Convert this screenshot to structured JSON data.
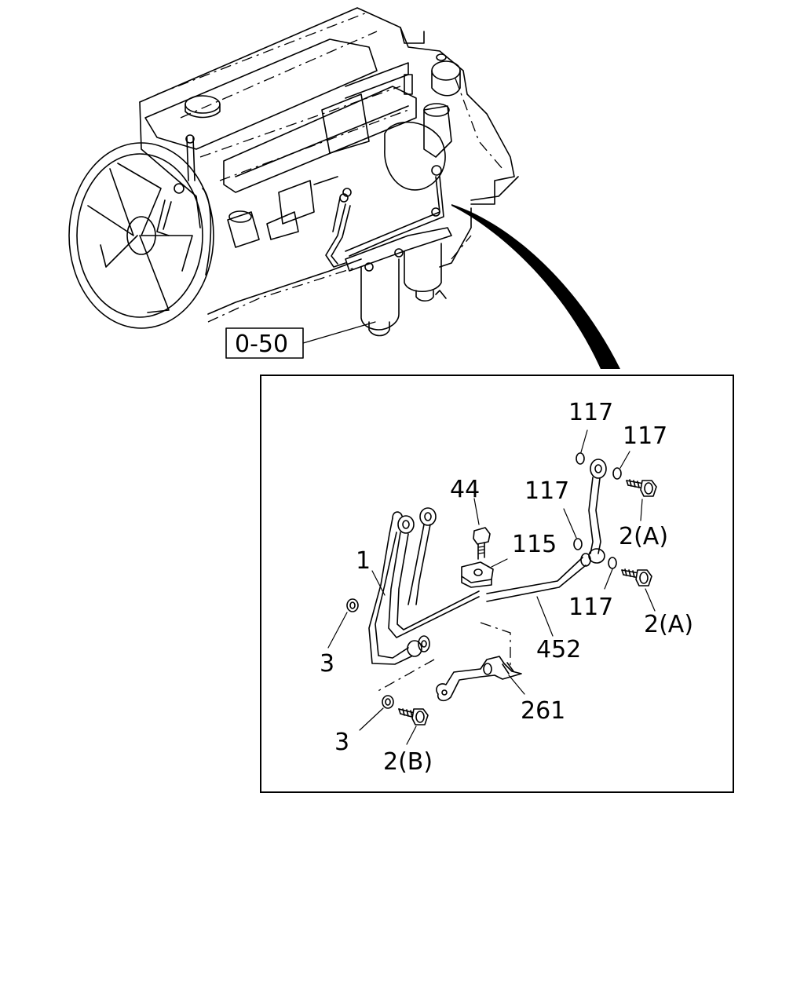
{
  "reference": {
    "label": "0-50"
  },
  "callouts": {
    "c117_a": "117",
    "c117_b": "117",
    "c117_c": "117",
    "c117_d": "117",
    "c44": "44",
    "c115": "115",
    "c1": "1",
    "c3_a": "3",
    "c3_b": "3",
    "c452": "452",
    "c261": "261",
    "c2A_a": "2(A)",
    "c2A_b": "2(A)",
    "c2B": "2(B)"
  }
}
